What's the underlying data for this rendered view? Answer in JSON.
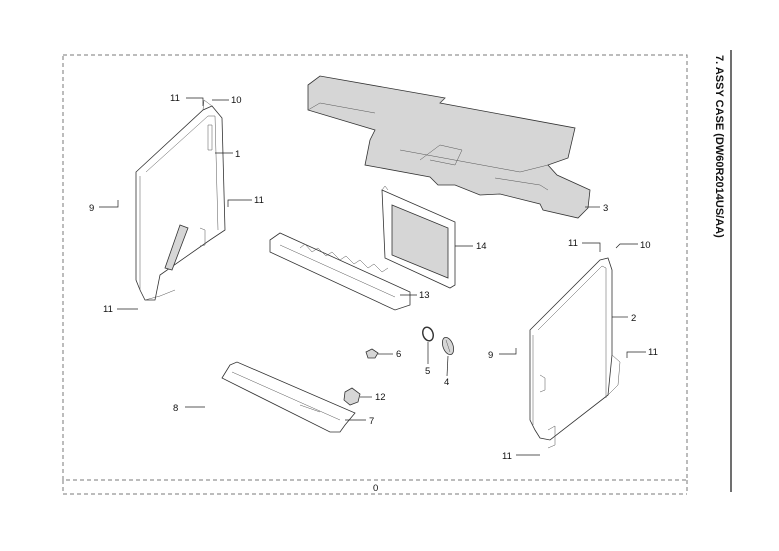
{
  "title": "7. ASSY CASE (DW60R2014US/AA)",
  "callouts": {
    "c0": "0",
    "c1": "1",
    "c2": "2",
    "c3": "3",
    "c4": "4",
    "c5": "5",
    "c6": "6",
    "c7": "7",
    "c8": "8",
    "c9a": "9",
    "c9b": "9",
    "c10a": "10",
    "c10b": "10",
    "c11a": "11",
    "c11b": "11",
    "c11c": "11",
    "c11d": "11",
    "c11e": "11",
    "c11f": "11",
    "c12": "12",
    "c13": "13",
    "c14": "14"
  }
}
